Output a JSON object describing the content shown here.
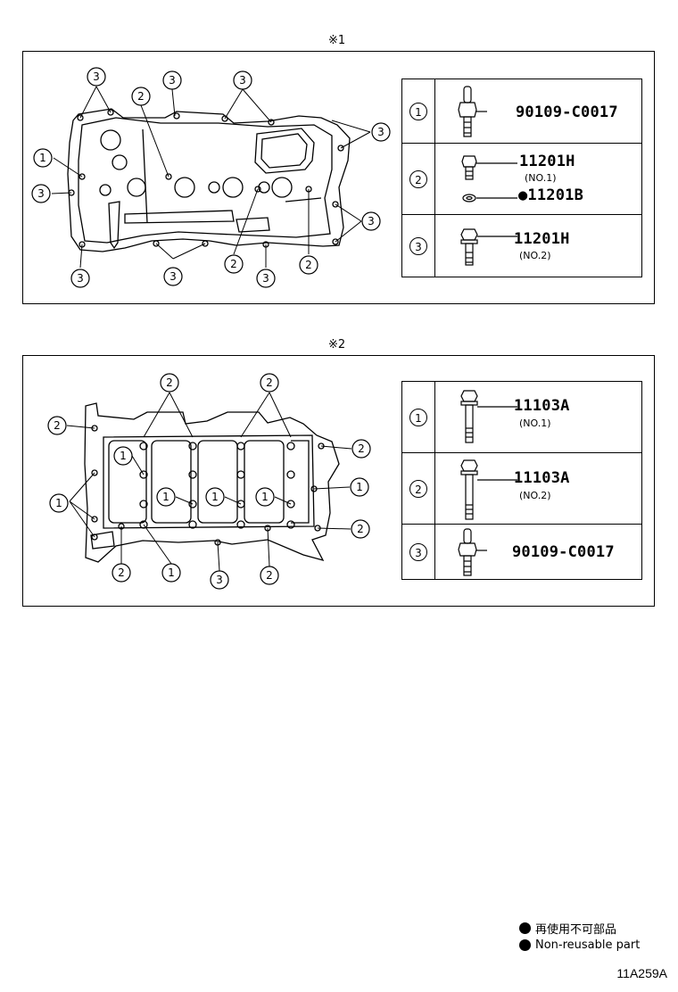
{
  "sections": [
    {
      "mark": "※1",
      "parts": [
        {
          "index": "1",
          "number": "90109-C0017",
          "note": "",
          "extra_number": ""
        },
        {
          "index": "2",
          "number": "11201H",
          "note": "(NO.1)",
          "extra_number": "●11201B"
        },
        {
          "index": "3",
          "number": "11201H",
          "note": "(NO.2)",
          "extra_number": ""
        }
      ]
    },
    {
      "mark": "※2",
      "parts": [
        {
          "index": "1",
          "number": "11103A",
          "note": "(NO.1)",
          "extra_number": ""
        },
        {
          "index": "2",
          "number": "11103A",
          "note": "(NO.2)",
          "extra_number": ""
        },
        {
          "index": "3",
          "number": "90109-C0017",
          "note": "",
          "extra_number": ""
        }
      ]
    }
  ],
  "legend": {
    "jp": "再使用不可部品",
    "en": "Non-reusable part"
  },
  "diagram_code": "11A259A"
}
